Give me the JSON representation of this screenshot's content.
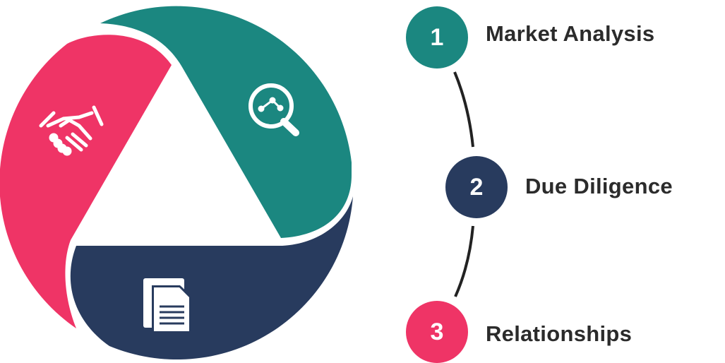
{
  "colors": {
    "teal": "#1b8780",
    "navy": "#283b5e",
    "pink": "#ef3466",
    "line": "#222222"
  },
  "steps": [
    {
      "number": "1",
      "label": "Market Analysis",
      "icon": "magnifier-chart-icon"
    },
    {
      "number": "2",
      "label": "Due Diligence",
      "icon": "document-icon"
    },
    {
      "number": "3",
      "label": "Relationships",
      "icon": "handshake-icon"
    }
  ]
}
